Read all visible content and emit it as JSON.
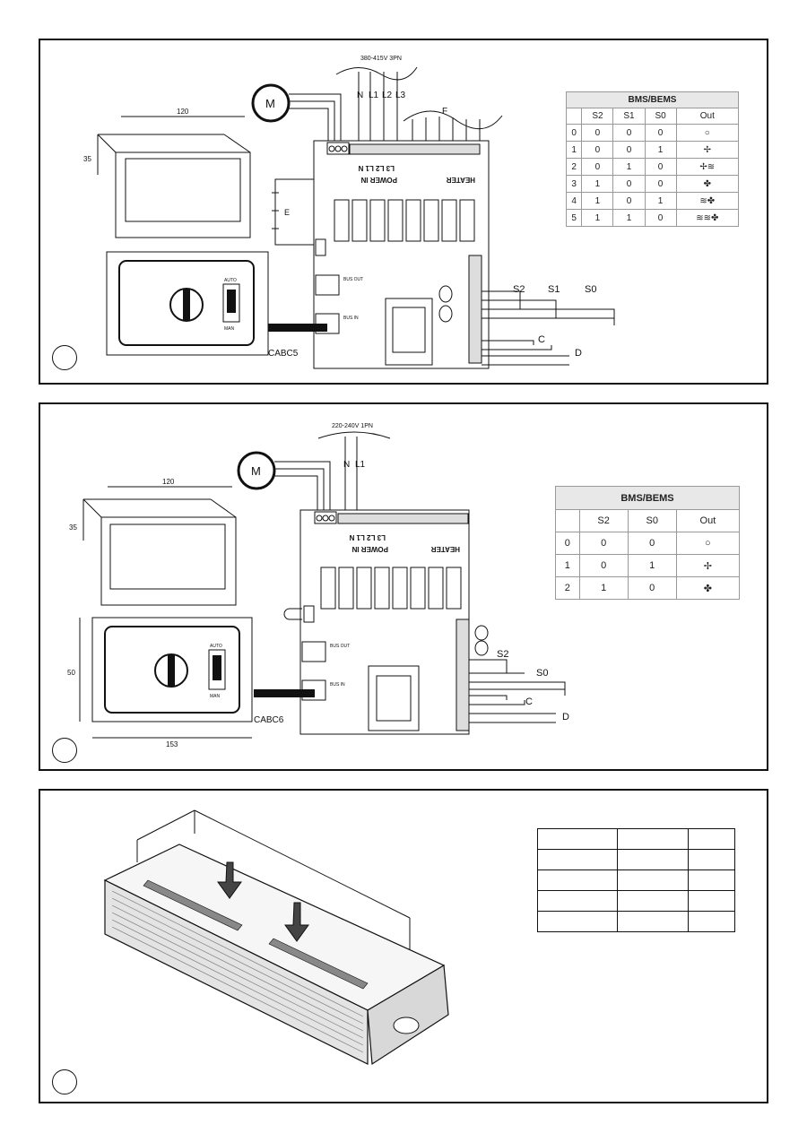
{
  "panel1": {
    "supply": "380-415V 3PN",
    "motor": "M",
    "lines": [
      "N",
      "L1",
      "L2",
      "L3"
    ],
    "heater_label": "F",
    "earth_label": "E",
    "dim_width": "120",
    "dim_depth": "35",
    "board_power_in": "POWER IN",
    "board_phases": "L3 L2 L1 N",
    "board_heater": "HEATER",
    "bus_out": "BUS OUT",
    "bus_in": "BUS IN",
    "knob_auto": "AUTO",
    "knob_man": "MAN",
    "controller": "CABC5",
    "inputs": [
      "S2",
      "S1",
      "S0"
    ],
    "contact_c": "C",
    "contact_d": "D",
    "bms_title": "BMS/BEMS",
    "bms_headers": [
      "",
      "S2",
      "S1",
      "S0",
      "Out"
    ],
    "bms_rows": [
      [
        "0",
        "0",
        "0",
        "0",
        "○"
      ],
      [
        "1",
        "0",
        "0",
        "1",
        "✢"
      ],
      [
        "2",
        "0",
        "1",
        "0",
        "✢≋"
      ],
      [
        "3",
        "1",
        "0",
        "0",
        "✤"
      ],
      [
        "4",
        "1",
        "0",
        "1",
        "≋✤"
      ],
      [
        "5",
        "1",
        "1",
        "0",
        "≋≋✤"
      ]
    ]
  },
  "panel2": {
    "supply": "220-240V 1PN",
    "motor": "M",
    "lines": [
      "N",
      "L1"
    ],
    "dim_width": "120",
    "dim_depth": "35",
    "dim_height": "50",
    "dim_outer_width": "153",
    "board_power_in": "POWER IN",
    "board_phases": "L3 L2 L1 N",
    "board_heater": "HEATER",
    "bus_out": "BUS OUT",
    "bus_in": "BUS IN",
    "knob_auto": "AUTO",
    "knob_man": "MAN",
    "controller": "CABC6",
    "inputs": [
      "S2",
      "S0"
    ],
    "contact_c": "C",
    "contact_d": "D",
    "bms_title": "BMS/BEMS",
    "bms_headers": [
      "",
      "S2",
      "S0",
      "Out"
    ],
    "bms_rows": [
      [
        "0",
        "0",
        "0",
        "○"
      ],
      [
        "1",
        "0",
        "1",
        "✢"
      ],
      [
        "2",
        "1",
        "0",
        "✤"
      ]
    ]
  },
  "panel3": {
    "table_rows": 5,
    "table_cols": 3
  }
}
